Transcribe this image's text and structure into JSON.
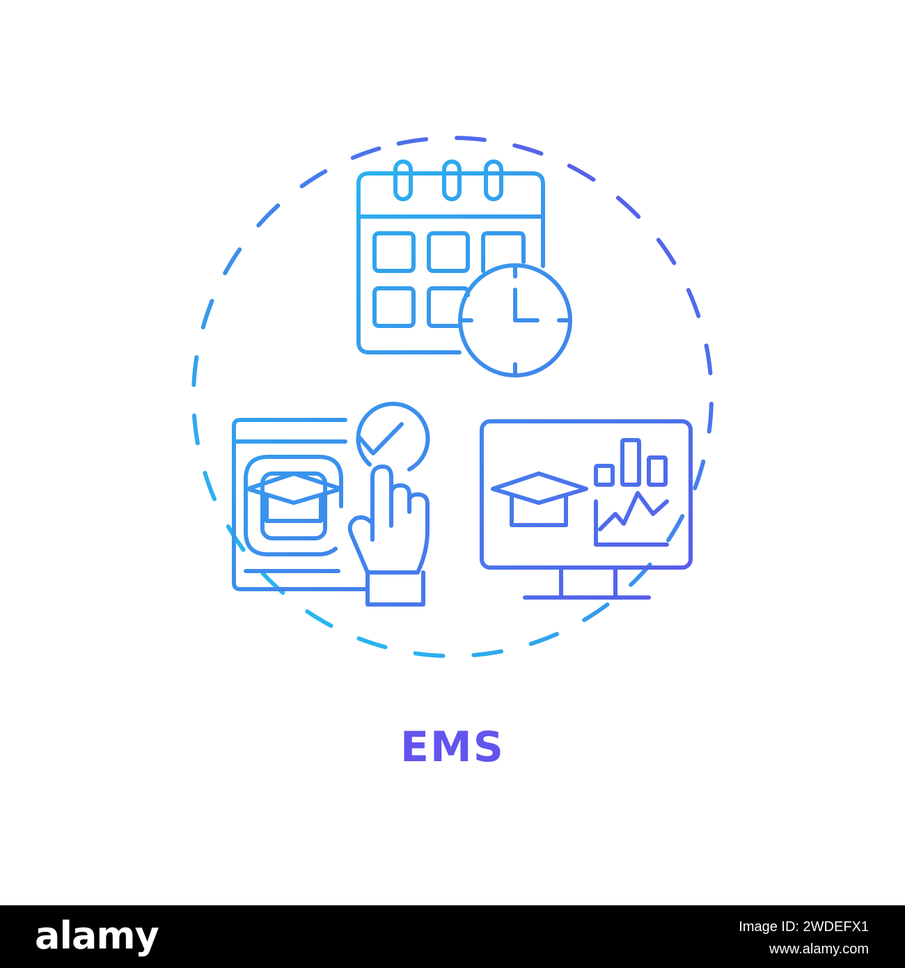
{
  "caption": {
    "text": "EMS",
    "color": "#6254ee"
  },
  "gradient": {
    "start": "#1fc6ef",
    "end": "#5a57ea"
  },
  "footer": {
    "logo": "alamy",
    "image_id": "Image ID: 2WDEFX1",
    "site": "www.alamy.com"
  },
  "icons": [
    "calendar-icon",
    "clock-icon",
    "course-enrollment-icon",
    "checkmark-icon",
    "pointing-hand-icon",
    "graduation-cap-icon",
    "monitor-analytics-icon",
    "bar-chart-icon",
    "line-chart-icon"
  ]
}
